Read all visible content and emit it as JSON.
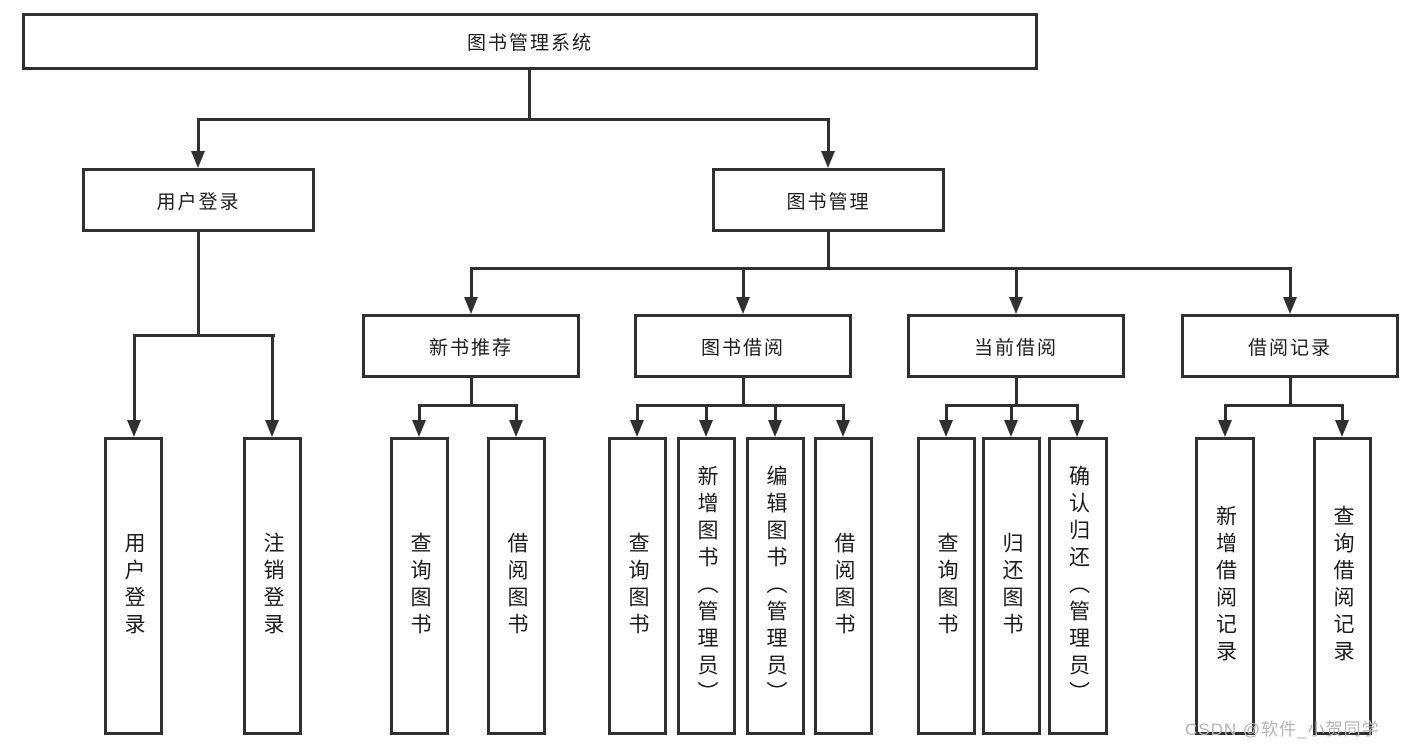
{
  "diagram": {
    "root": {
      "label": "图书管理系统"
    },
    "branches": [
      {
        "label": "用户登录",
        "children": [
          {
            "label": "用户登录"
          },
          {
            "label": "注销登录"
          }
        ]
      },
      {
        "label": "图书管理",
        "children": [
          {
            "label": "新书推荐",
            "children": [
              {
                "label": "查询图书"
              },
              {
                "label": "借阅图书"
              }
            ]
          },
          {
            "label": "图书借阅",
            "children": [
              {
                "label": "查询图书"
              },
              {
                "label": "新增图书（管理员）"
              },
              {
                "label": "编辑图书（管理员）"
              },
              {
                "label": "借阅图书"
              }
            ]
          },
          {
            "label": "当前借阅",
            "children": [
              {
                "label": "查询图书"
              },
              {
                "label": "归还图书"
              },
              {
                "label": "确认归还（管理员）"
              }
            ]
          },
          {
            "label": "借阅记录",
            "children": [
              {
                "label": "新增借阅记录"
              },
              {
                "label": "查询借阅记录"
              }
            ]
          }
        ]
      }
    ]
  },
  "watermark": {
    "text": "CSDN @软件_小贺同学"
  },
  "colors": {
    "line": "#303030",
    "text": "#1c1c1c",
    "background": "#ffffff",
    "watermark": "#b5b5b5"
  }
}
